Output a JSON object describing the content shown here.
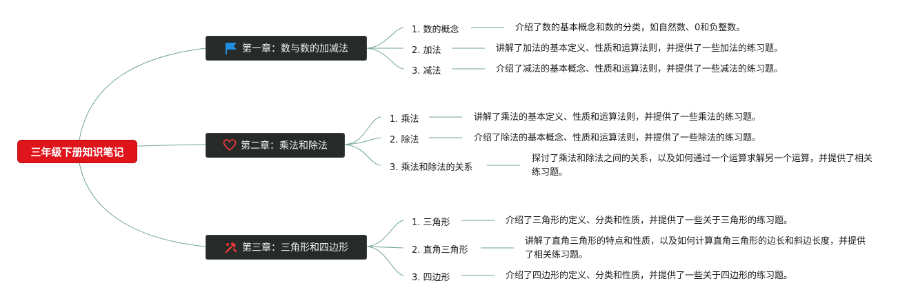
{
  "root": {
    "label": "三年级下册知识笔记"
  },
  "chapters": [
    {
      "title": "第一章：数与数的加减法",
      "icon": "flag-icon",
      "topics": [
        {
          "label": "1. 数的概念",
          "desc": "介绍了数的基本概念和数的分类，如自然数、0和负整数。"
        },
        {
          "label": "2. 加法",
          "desc": "讲解了加法的基本定义、性质和运算法则，并提供了一些加法的练习题。"
        },
        {
          "label": "3. 减法",
          "desc": "介绍了减法的基本概念、性质和运算法则，并提供了一些减法的练习题。"
        }
      ]
    },
    {
      "title": "第二章：乘法和除法",
      "icon": "heart-icon",
      "topics": [
        {
          "label": "1. 乘法",
          "desc": "讲解了乘法的基本定义、性质和运算法则，并提供了一些乘法的练习题。"
        },
        {
          "label": "2. 除法",
          "desc": "介绍了除法的基本概念、性质和运算法则，并提供了一些除法的练习题。"
        },
        {
          "label": "3. 乘法和除法的关系",
          "desc": "探讨了乘法和除法之间的关系，以及如何通过一个运算求解另一个运算，并提供了相关练习题。"
        }
      ]
    },
    {
      "title": "第三章：三角形和四边形",
      "icon": "tools-icon",
      "topics": [
        {
          "label": "1. 三角形",
          "desc": "介绍了三角形的定义、分类和性质，并提供了一些关于三角形的练习题。"
        },
        {
          "label": "2. 直角三角形",
          "desc": "讲解了直角三角形的特点和性质，以及如何计算直角三角形的边长和斜边长度，并提供了相关练习题。"
        },
        {
          "label": "3. 四边形",
          "desc": "介绍了四边形的定义、分类和性质，并提供了一些关于四边形的练习题。"
        }
      ]
    }
  ],
  "colors": {
    "root": "#e0141b",
    "chapter_bg": "#262a29",
    "line": "#5e9a86",
    "flag": "#1f8fe0",
    "heart": "#e53935",
    "tools": "#e53935"
  }
}
